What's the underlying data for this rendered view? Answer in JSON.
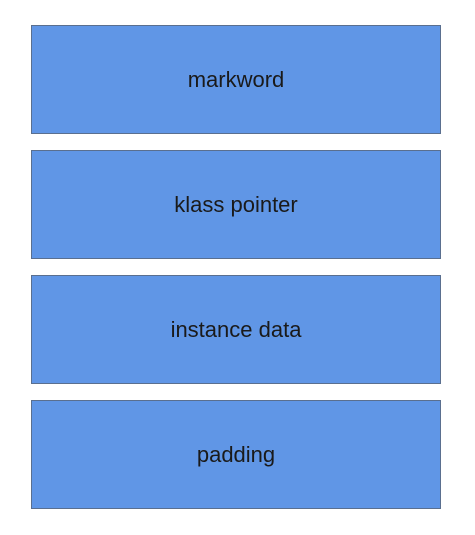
{
  "colors": {
    "block_fill": "#6096e6",
    "background": "#ffffff",
    "text": "#1a1a1a"
  },
  "blocks": [
    {
      "label": "markword"
    },
    {
      "label": "klass pointer"
    },
    {
      "label": "instance data"
    },
    {
      "label": "padding"
    }
  ]
}
